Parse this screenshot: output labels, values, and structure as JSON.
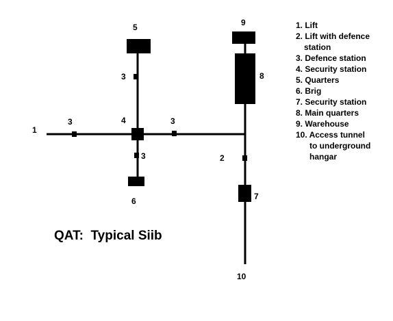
{
  "title": "QAT:  Typical Siib",
  "labels": {
    "n1": "1",
    "n2": "2",
    "n3_top": "3",
    "n3_left": "3",
    "n3_right": "3",
    "n3_bottom": "3",
    "n4": "4",
    "n5": "5",
    "n6": "6",
    "n7": "7",
    "n8": "8",
    "n9": "9",
    "n10": "10"
  },
  "legend": {
    "item1": "1. Lift",
    "item2a": "2. Lift with defence",
    "item2b": "station",
    "item3": "3. Defence station",
    "item4": "4. Security station",
    "item5": "5. Quarters",
    "item6": "6. Brig",
    "item7": "7. Security station",
    "item8": "8. Main quarters",
    "item9": "9. Warehouse",
    "item10a": "10. Access tunnel",
    "item10b": "to underground",
    "item10c": "hangar"
  }
}
